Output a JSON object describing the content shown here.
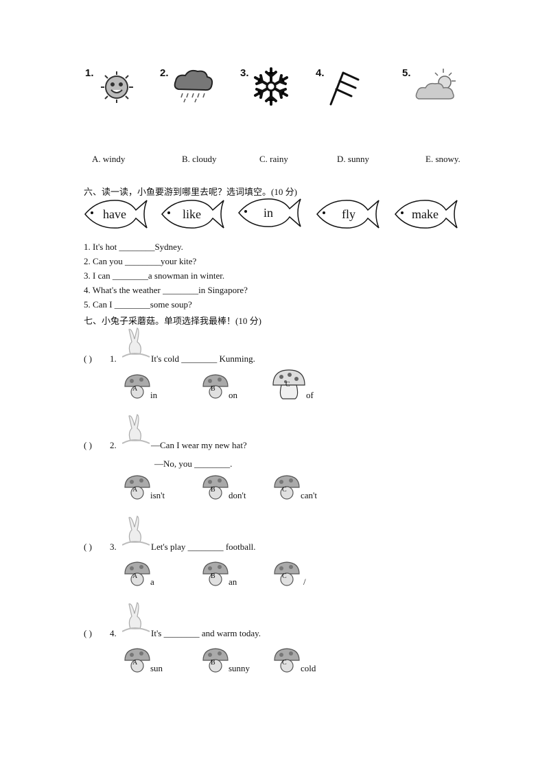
{
  "weather": {
    "items": [
      {
        "num": "1.",
        "icon": "sun-icon"
      },
      {
        "num": "2.",
        "icon": "rain-cloud-icon"
      },
      {
        "num": "3.",
        "icon": "snowflake-icon"
      },
      {
        "num": "4.",
        "icon": "wind-flag-icon"
      },
      {
        "num": "5.",
        "icon": "cloud-sun-icon"
      }
    ],
    "options": [
      "A. windy",
      "B. cloudy",
      "C. rainy",
      "D. sunny",
      "E. snowy."
    ]
  },
  "section6": {
    "title": "六、读一读，小鱼要游到哪里去呢？选词填空。(10 分)",
    "fish_words": [
      "have",
      "like",
      "in",
      "fly",
      "make"
    ],
    "sentences": [
      "1. It's hot ________Sydney.",
      "2. Can you ________your kite?",
      "3. I can ________a snowman in winter.",
      "4. What's the weather ________in Singapore?",
      "5. Can I ________some soup?"
    ]
  },
  "section7": {
    "title": "七、小兔子采蘑菇。单项选择我最棒！(10 分)",
    "questions": [
      {
        "paren": "(        )",
        "num": "1.",
        "text": "It's cold ________ Kunming.",
        "text2": "",
        "options": [
          {
            "letter": "A",
            "word": "in"
          },
          {
            "letter": "B",
            "word": "on"
          },
          {
            "letter": "C",
            "word": "of"
          }
        ]
      },
      {
        "paren": "(        )",
        "num": "2.",
        "text": "—Can I wear my new hat?",
        "text2": "—No,  you ________.",
        "options": [
          {
            "letter": "A",
            "word": "isn't"
          },
          {
            "letter": "B",
            "word": "don't"
          },
          {
            "letter": "C",
            "word": "can't"
          }
        ]
      },
      {
        "paren": "(        )",
        "num": "3.",
        "text": "Let's play ________ football.",
        "text2": "",
        "options": [
          {
            "letter": "A",
            "word": "a"
          },
          {
            "letter": "B",
            "word": "an"
          },
          {
            "letter": "C",
            "word": "/"
          }
        ]
      },
      {
        "paren": "(        )",
        "num": "4.",
        "text": "It's ________ and warm today.",
        "text2": "",
        "options": [
          {
            "letter": "A",
            "word": "sun"
          },
          {
            "letter": "B",
            "word": "sunny"
          },
          {
            "letter": "C",
            "word": "cold"
          }
        ]
      }
    ]
  }
}
